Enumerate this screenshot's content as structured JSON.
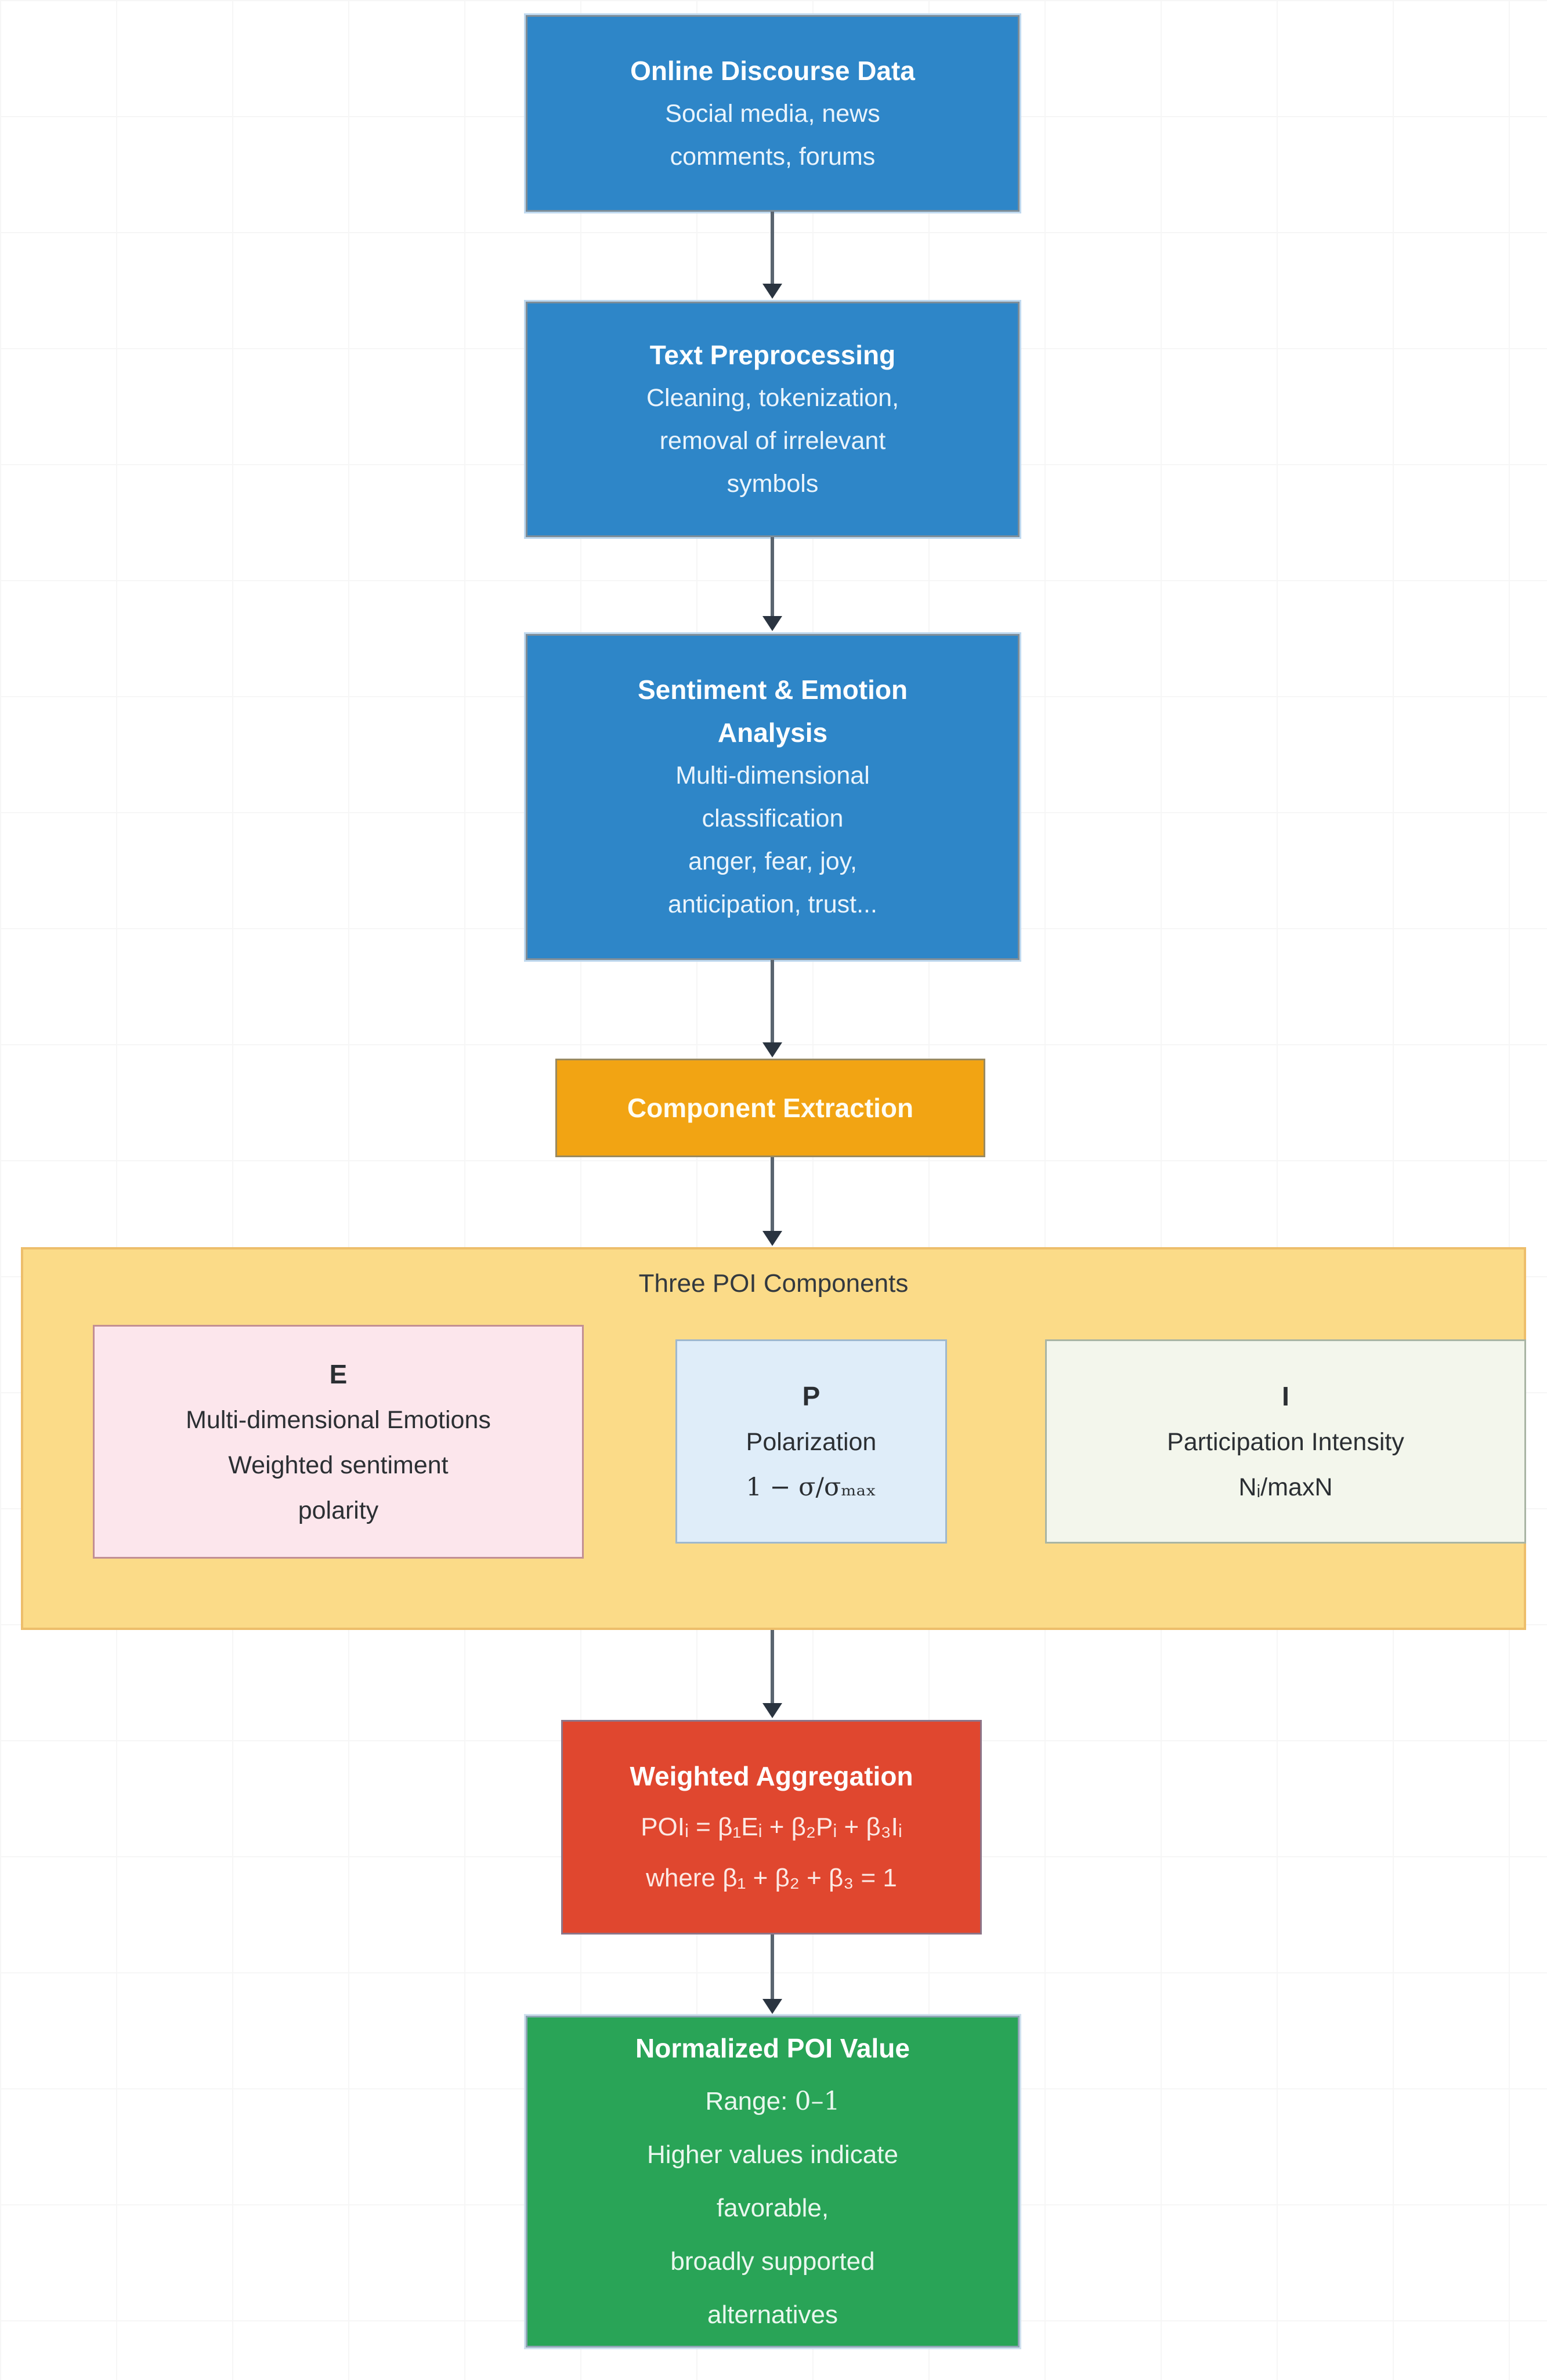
{
  "flow": {
    "step1": {
      "heading": "Online Discourse Data",
      "line1": "Social media, news",
      "line2": "comments, forums"
    },
    "step2": {
      "heading": "Text Preprocessing",
      "line1": "Cleaning, tokenization,",
      "line2": "removal of irrelevant",
      "line3": "symbols"
    },
    "step3": {
      "heading1": "Sentiment & Emotion",
      "heading2": "Analysis",
      "line1": "Multi-dimensional",
      "line2": "classification",
      "line3": "anger, fear, joy,",
      "line4": "anticipation, trust..."
    },
    "step4": {
      "heading": "Component Extraction"
    },
    "components": {
      "title": "Three POI Components",
      "e": {
        "symbol": "E",
        "line1": "Multi-dimensional Emotions",
        "line2": "Weighted sentiment",
        "line3": "polarity"
      },
      "p": {
        "symbol": "P",
        "line1": "Polarization",
        "formula": "1 − σ/σₘₐₓ"
      },
      "i": {
        "symbol": "I",
        "line1": "Participation Intensity",
        "formula": "Nᵢ/maxN"
      }
    },
    "step5": {
      "heading": "Weighted Aggregation",
      "formula1": "POIᵢ = β₁Eᵢ + β₂Pᵢ + β₃Iᵢ",
      "formula2": "where β₁ + β₂ + β₃ = 1"
    },
    "step6": {
      "heading": "Normalized POI Value",
      "range_label": "Range:",
      "range_value": "0–1",
      "line2": "Higher values indicate",
      "line3": "favorable,",
      "line4": "broadly supported",
      "line5": "alternatives"
    }
  },
  "colors": {
    "process_blue": "#2E86C8",
    "extraction_orange": "#F2A413",
    "components_panel_yellow": "#FBDB88",
    "emotions_pink": "#FCE6EC",
    "polarization_blue": "#DFEDF9",
    "intensity_green": "#F3F6EC",
    "aggregation_red": "#E0472F",
    "output_green": "#29A457",
    "arrow_gray": "#5A6570"
  }
}
